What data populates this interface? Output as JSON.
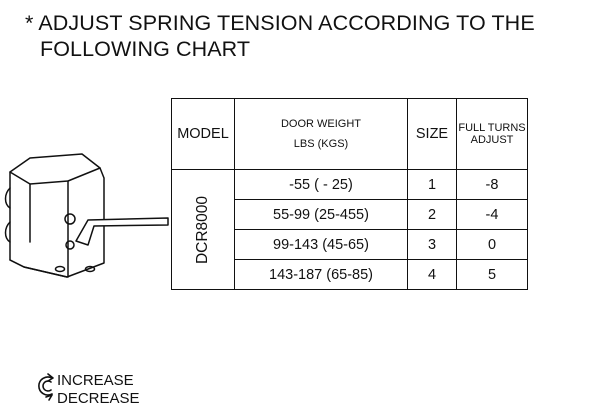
{
  "title": {
    "line1": "* ADJUST SPRING TENSION ACCORDING TO THE",
    "line2": "FOLLOWING CHART"
  },
  "table": {
    "headers": {
      "model": "MODEL",
      "door_weight_line1": "DOOR WEIGHT",
      "door_weight_line2": "LBS (KGS)",
      "size": "SIZE",
      "full_turns_line1": "FULL TURNS",
      "full_turns_line2": "ADJUST"
    },
    "model": "DCR8000",
    "rows": [
      {
        "weight": "-55  ( -  25)",
        "size": "1",
        "turns": "-8"
      },
      {
        "weight": "55-99  (25-455)",
        "size": "2",
        "turns": "-4"
      },
      {
        "weight": "99-143 (45-65)",
        "size": "3",
        "turns": "0"
      },
      {
        "weight": "143-187 (65-85)",
        "size": "4",
        "turns": "5"
      }
    ]
  },
  "legend": {
    "icon": "rotate-arrows-icon",
    "increase": "INCREASE",
    "decrease": "DECREASE"
  }
}
